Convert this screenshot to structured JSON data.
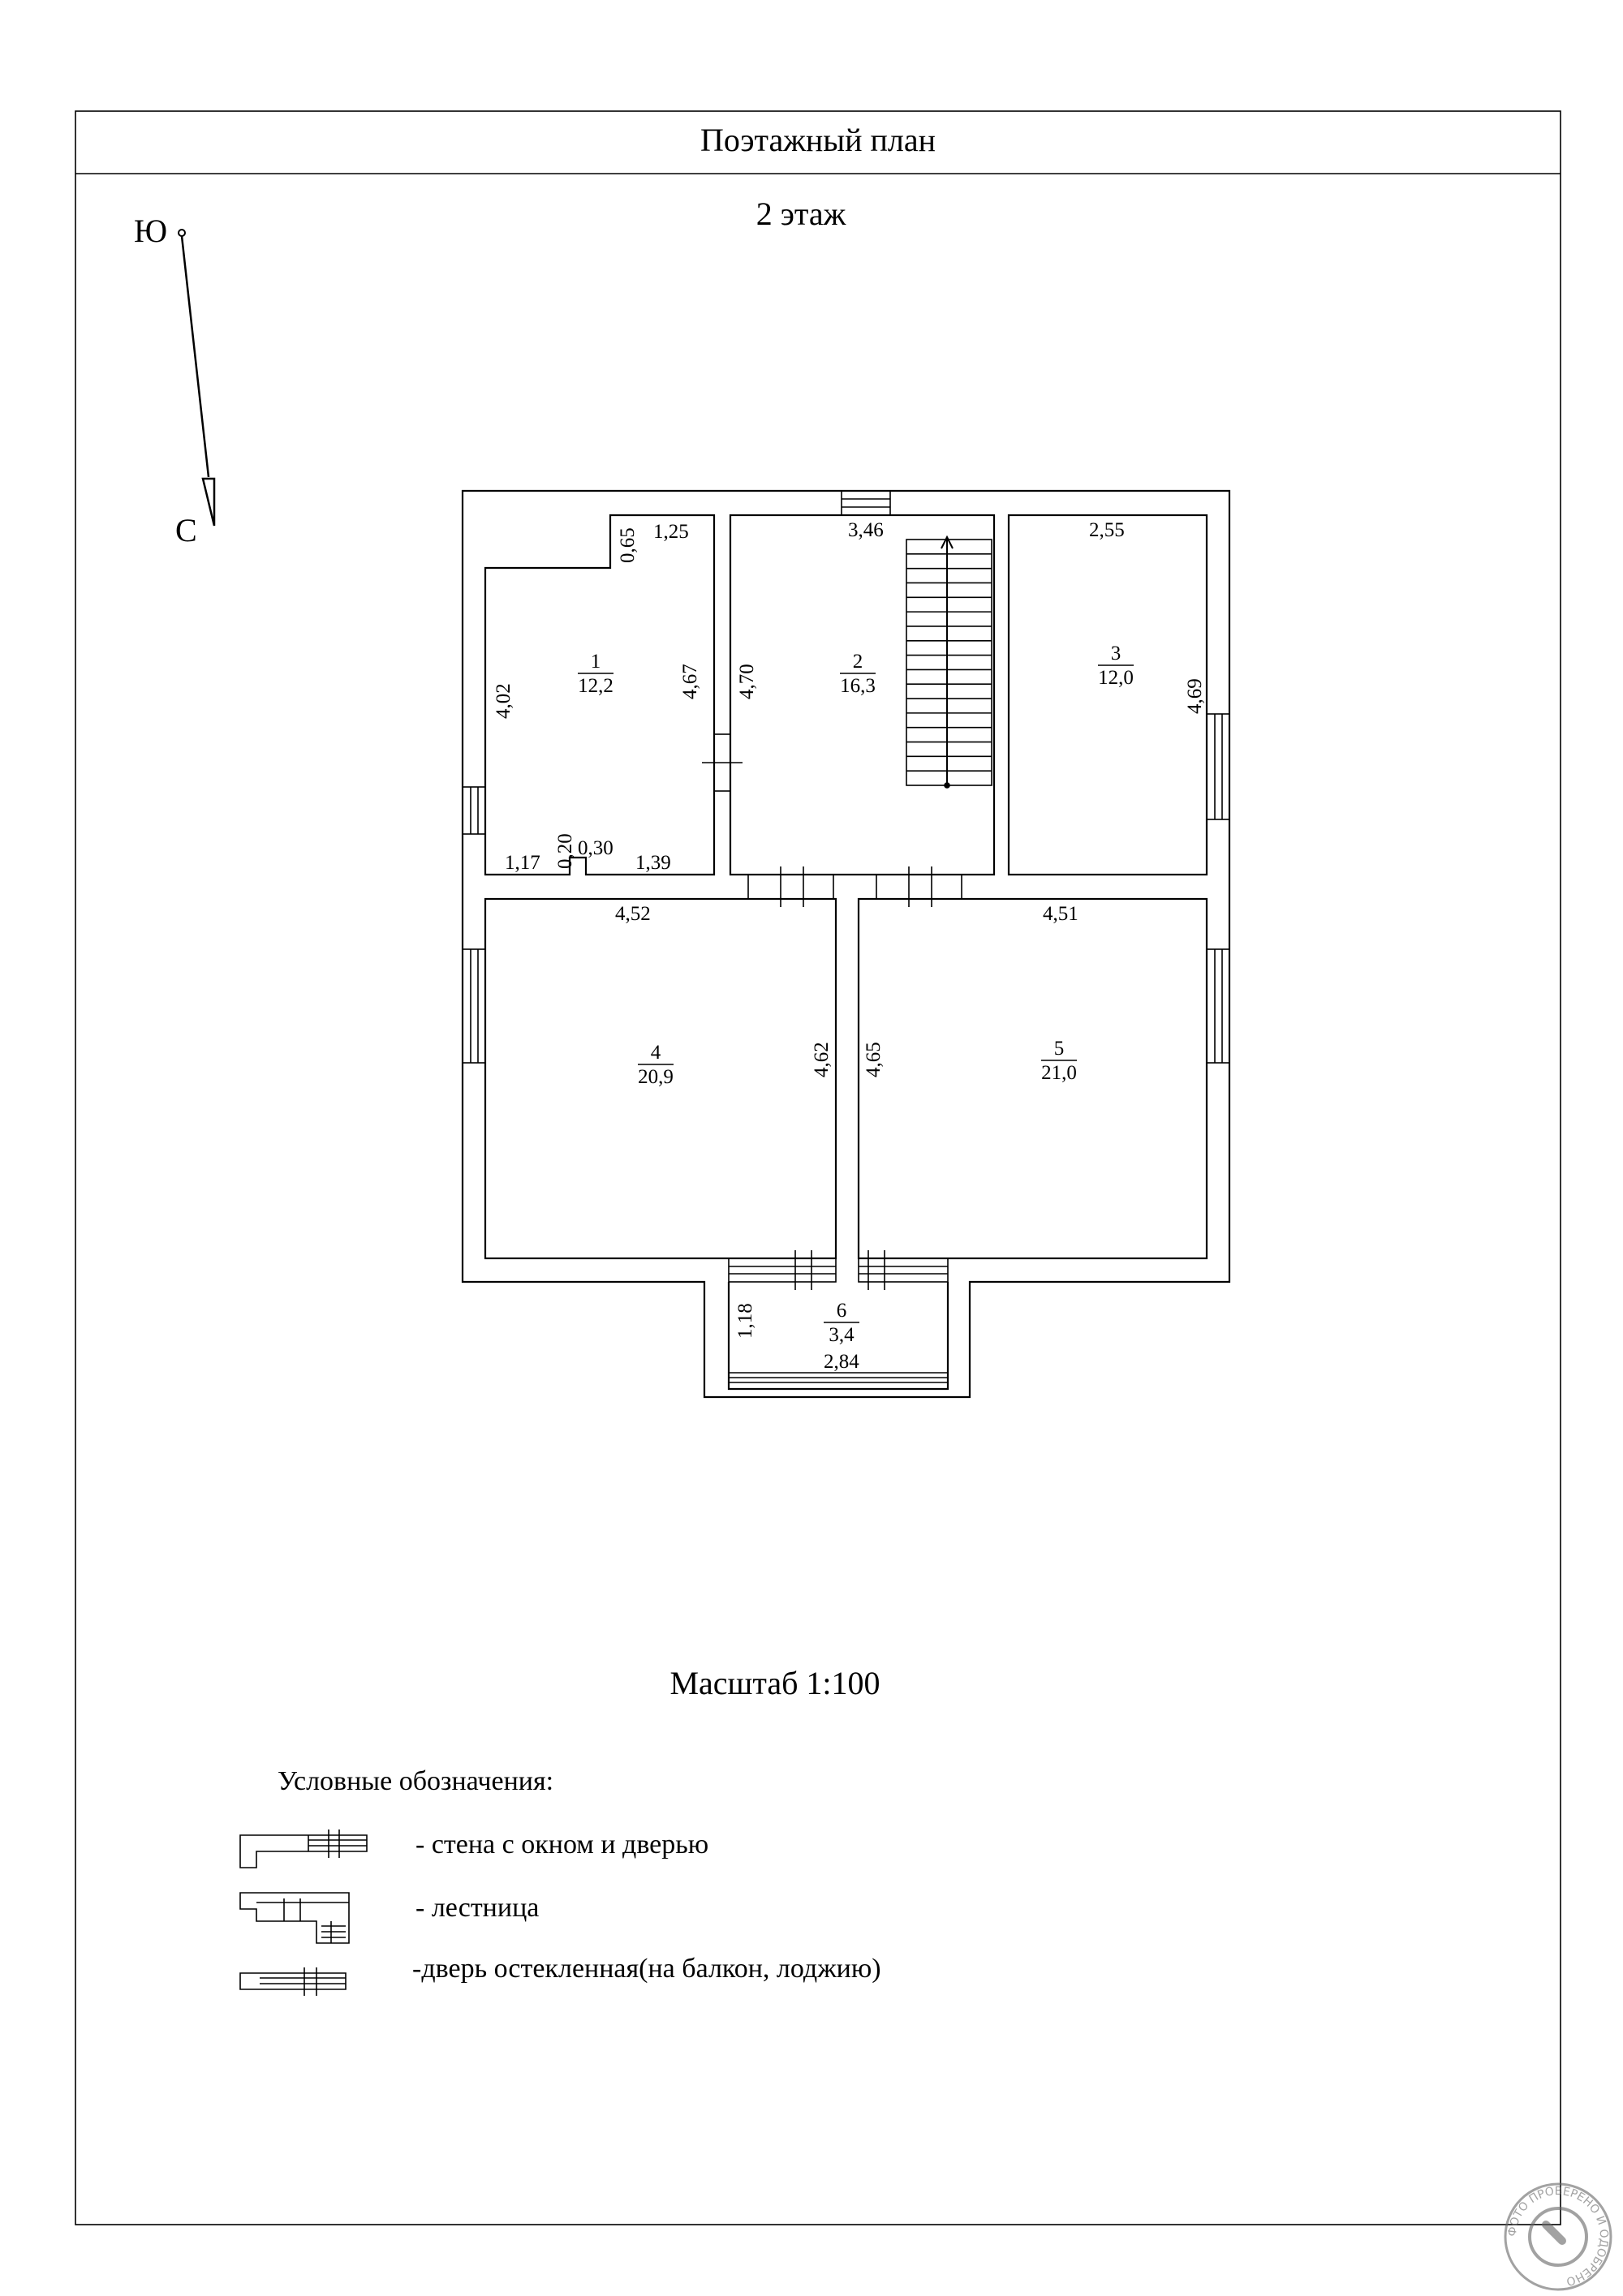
{
  "header": {
    "title": "Поэтажный план",
    "floor": "2 этаж"
  },
  "compass": {
    "south_label": "Ю",
    "north_label": "С"
  },
  "rooms": [
    {
      "number": "1",
      "area": "12,2"
    },
    {
      "number": "2",
      "area": "16,3"
    },
    {
      "number": "3",
      "area": "12,0"
    },
    {
      "number": "4",
      "area": "20,9"
    },
    {
      "number": "5",
      "area": "21,0"
    },
    {
      "number": "6",
      "area": "3,4"
    }
  ],
  "dimensions": {
    "r1_notch_h": "0,65",
    "r1_top": "1,25",
    "r1_left": "4,02",
    "r1_right": "4,67",
    "r1_bottom_left": "1,17",
    "r1_niche_h": "0,20",
    "r1_niche_w": "0,30",
    "r1_bottom_right": "1,39",
    "r2_top": "3,46",
    "r2_left": "4,70",
    "r3_top": "2,55",
    "r3_right": "4,69",
    "r4_top": "4,52",
    "r4_right": "4,62",
    "r5_top": "4,51",
    "r5_left": "4,65",
    "r6_left": "1,18",
    "r6_bottom": "2,84"
  },
  "scale": "Масштаб 1:100",
  "legend": {
    "title": "Условные обозначения:",
    "items": [
      {
        "label": "-  стена с окном и дверью"
      },
      {
        "label": "- лестница"
      },
      {
        "label": "-дверь остекленная(на балкон, лоджию)"
      }
    ]
  },
  "stamp": {
    "text": "ФОТО ПРОВЕРЕНО И ОДОБРЕНО"
  }
}
